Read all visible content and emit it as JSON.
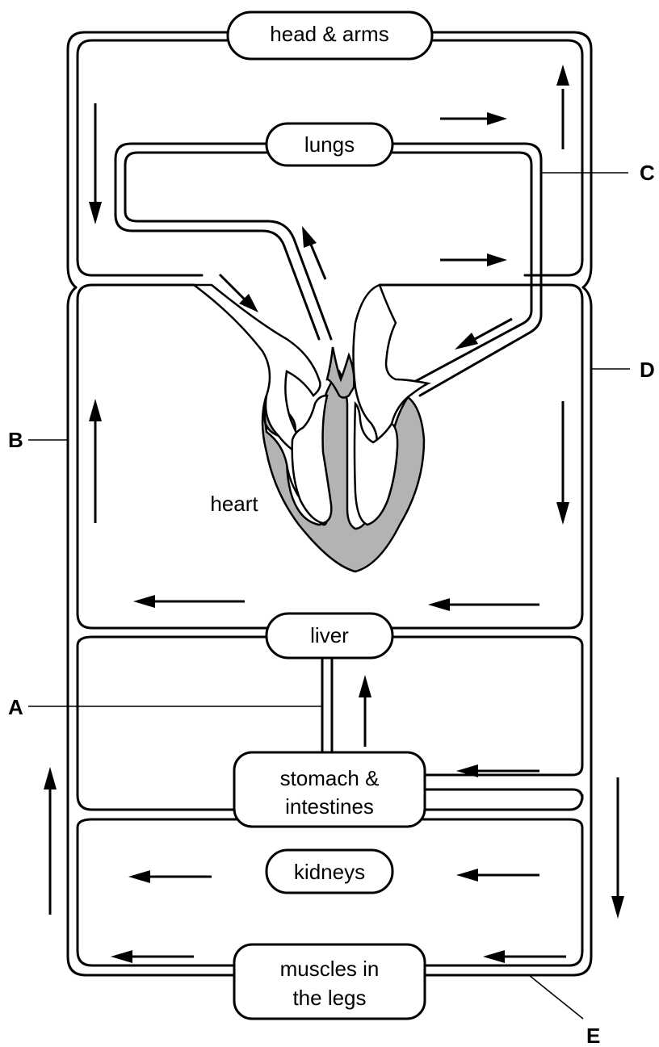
{
  "organs": {
    "head_arms": "head & arms",
    "lungs": "lungs",
    "heart": "heart",
    "liver": "liver",
    "stomach_line1": "stomach &",
    "stomach_line2": "intestines",
    "kidneys": "kidneys",
    "muscles_line1": "muscles in",
    "muscles_line2": "the legs"
  },
  "labels": {
    "a": "A",
    "b": "B",
    "c": "C",
    "d": "D",
    "e": "E"
  },
  "colors": {
    "line": "#000000",
    "heart_wall": "#b3b3b3",
    "background": "#ffffff"
  }
}
